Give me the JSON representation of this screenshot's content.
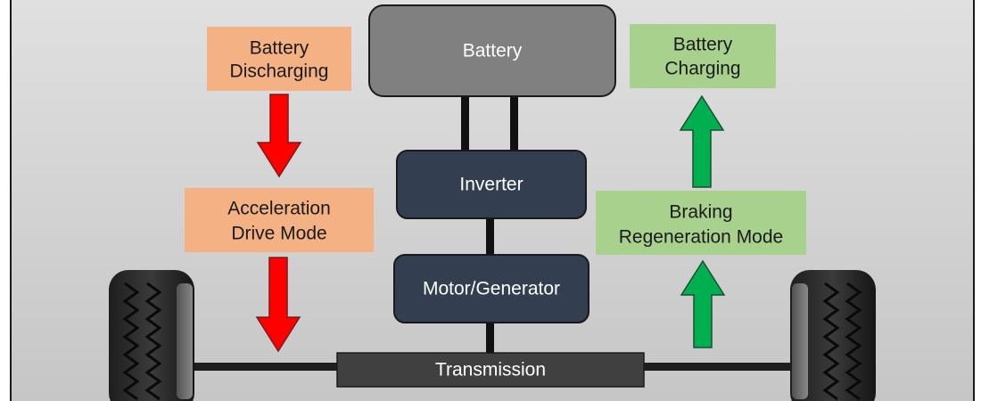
{
  "diagram": {
    "battery": {
      "label": "Battery"
    },
    "inverter": {
      "label": "Inverter"
    },
    "motor_generator": {
      "label": "Motor/Generator"
    },
    "transmission": {
      "label": "Transmission"
    },
    "left_flow": {
      "top_label": [
        "Battery",
        "Discharging"
      ],
      "bottom_label": [
        "Acceleration",
        "Drive Mode"
      ],
      "direction": "down",
      "arrow_color": "#ff0000"
    },
    "right_flow": {
      "top_label": [
        "Battery",
        "Charging"
      ],
      "bottom_label": [
        "Braking",
        "Regeneration Mode"
      ],
      "direction": "up",
      "arrow_color": "#00b050"
    },
    "colors": {
      "discharge_box": "#f4b183",
      "charge_box": "#a9d18e",
      "battery_box": "#808080",
      "component_box": "#333f50",
      "transmission_bar": "#404040",
      "background": "#d4d4d4"
    }
  }
}
